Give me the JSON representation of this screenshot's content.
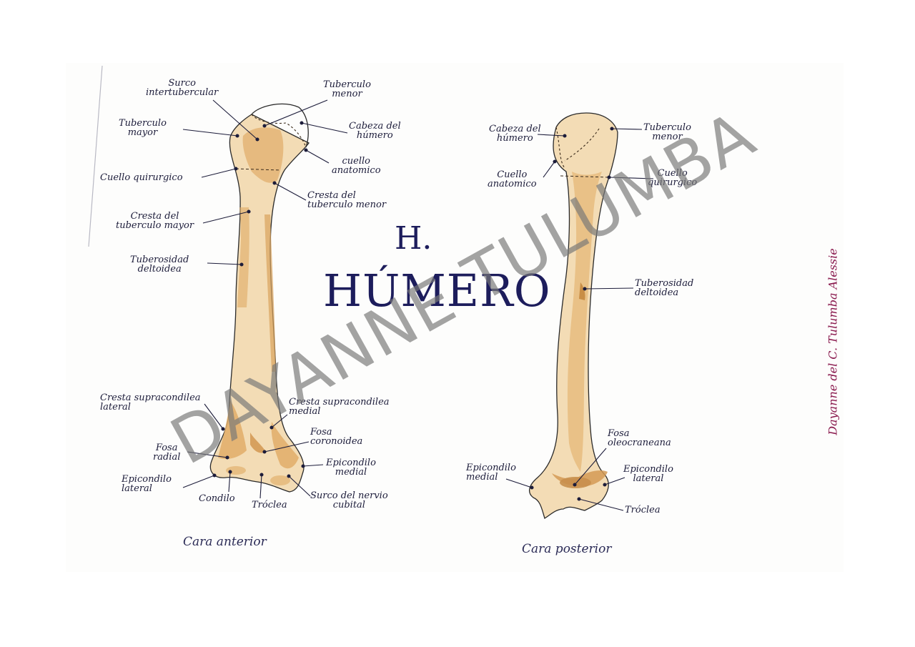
{
  "title": {
    "letter": "H.",
    "name": "HÚMERO"
  },
  "watermark": "DAYANNE TULUMBA",
  "signature": "Dayanne del C. Tulumba Alessie",
  "colors": {
    "bone": "#e7c08a",
    "shade": "#d9a25c",
    "ink": "#1c1c3a",
    "title": "#1d1d5c",
    "signature": "#8a1a4e",
    "watermark": "#787878"
  },
  "anterior": {
    "caption": "Cara anterior",
    "labels": {
      "surco1": "Surco",
      "surco2": "intertubercular",
      "tmenor1": "Tuberculo",
      "tmenor2": "menor",
      "tmayor1": "Tuberculo",
      "tmayor2": "mayor",
      "cabeza1": "Cabeza del",
      "cabeza2": "húmero",
      "cuelloanat1": "cuello",
      "cuelloanat2": "anatomico",
      "cuelloquir": "Cuello quirurgico",
      "crestamenor1": "Cresta del",
      "crestamenor2": "tuberculo menor",
      "crestamayor1": "Cresta del",
      "crestamayor2": "tuberculo mayor",
      "tuberosidad1": "Tuberosidad",
      "tuberosidad2": "deltoidea",
      "csl1": "Cresta supracondilea",
      "csl2": "lateral",
      "csm1": "Cresta supracondilea",
      "csm2": "medial",
      "fosaradial1": "Fosa",
      "fosaradial2": "radial",
      "fosacoron1": "Fosa",
      "fosacoron2": "coronoidea",
      "epimed1": "Epicondilo",
      "epimed2": "medial",
      "epilat1": "Epicondilo",
      "epilat2": "lateral",
      "condilo": "Condilo",
      "troclea": "Tróclea",
      "surconervio1": "Surco del nervio",
      "surconervio2": "cubital"
    }
  },
  "posterior": {
    "caption": "Cara posterior",
    "labels": {
      "cabeza1": "Cabeza del",
      "cabeza2": "húmero",
      "tmenor1": "Tuberculo",
      "tmenor2": "menor",
      "cuelloanat1": "Cuello",
      "cuelloanat2": "anatomico",
      "cuelloquir1": "Cuello",
      "cuelloquir2": "quirurgico",
      "tuberosidad1": "Tuberosidad",
      "tuberosidad2": "deltoidea",
      "fosaolec1": "Fosa",
      "fosaolec2": "oleocraneana",
      "epimed1": "Epicondilo",
      "epimed2": "medial",
      "epilat1": "Epicondilo",
      "epilat2": "lateral",
      "troclea": "Tróclea"
    }
  }
}
